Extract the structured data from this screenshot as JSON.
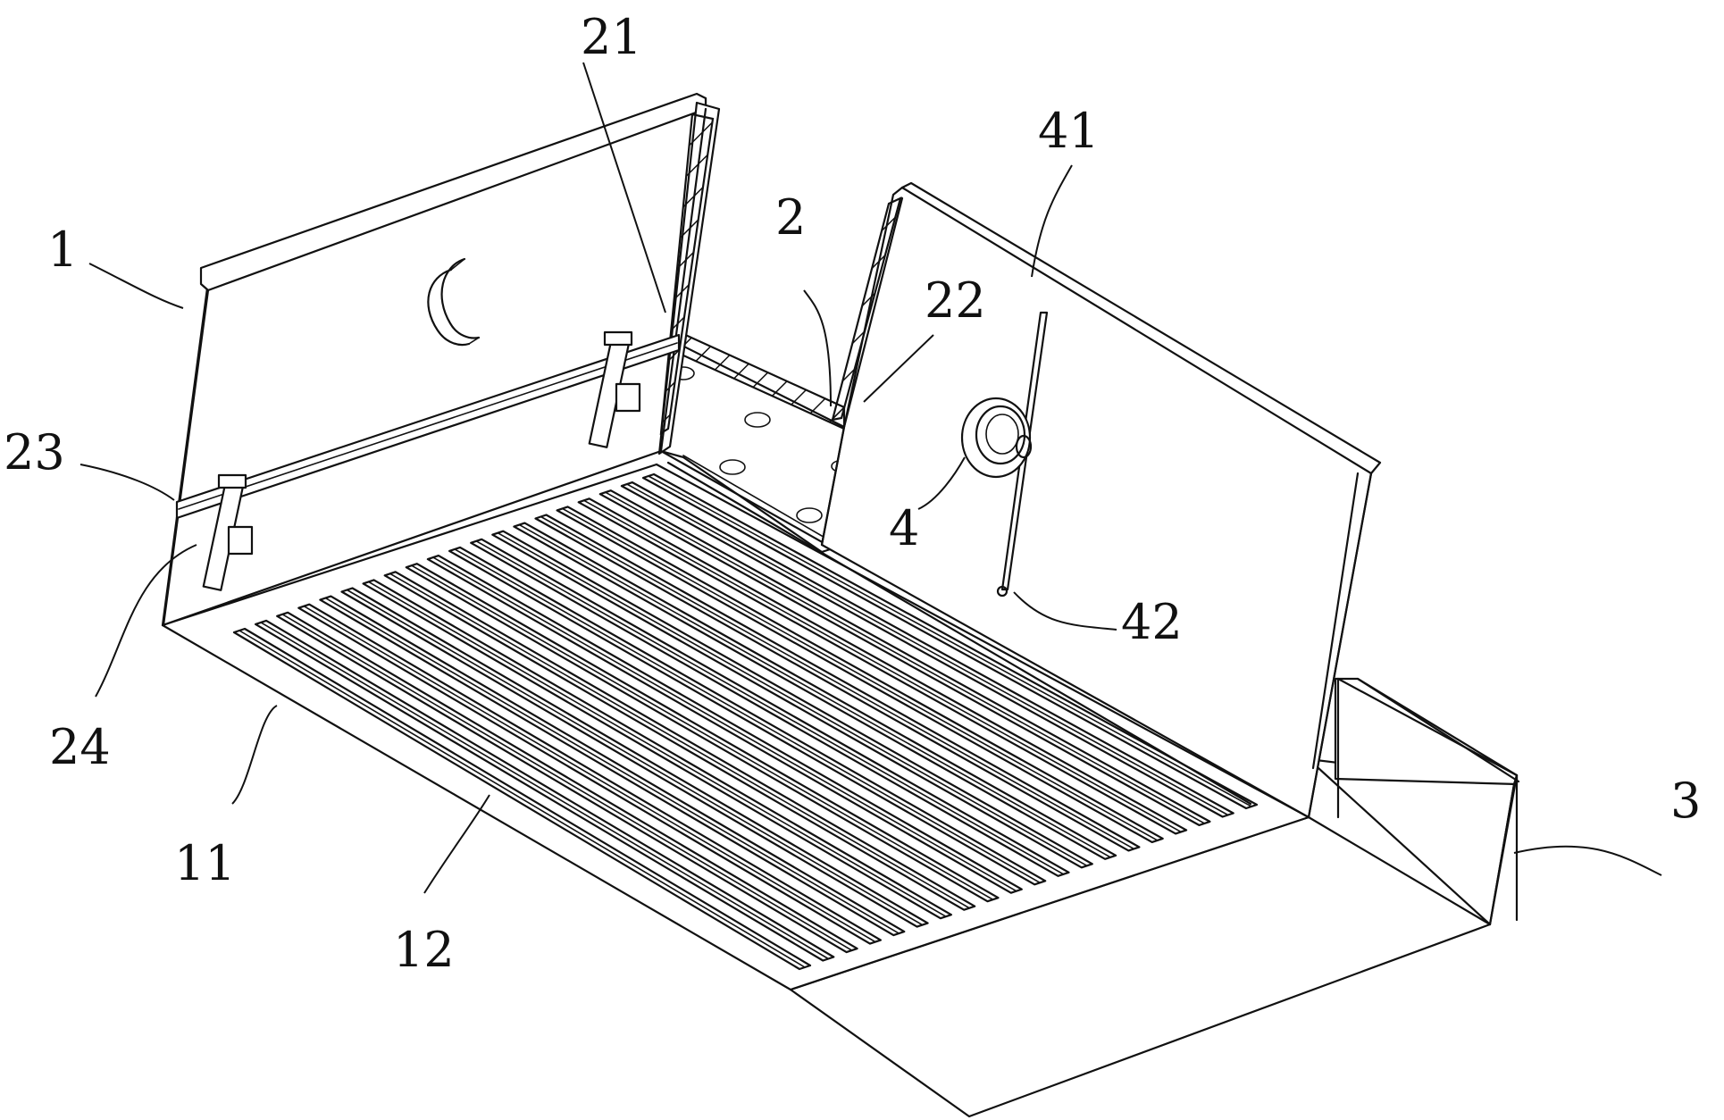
{
  "figure": {
    "labels": [
      {
        "id": "label-1",
        "text": "1"
      },
      {
        "id": "label-11",
        "text": "11"
      },
      {
        "id": "label-12",
        "text": "12"
      },
      {
        "id": "label-2",
        "text": "2"
      },
      {
        "id": "label-21",
        "text": "21"
      },
      {
        "id": "label-22",
        "text": "22"
      },
      {
        "id": "label-23",
        "text": "23"
      },
      {
        "id": "label-24",
        "text": "24"
      },
      {
        "id": "label-3",
        "text": "3"
      },
      {
        "id": "label-4",
        "text": "4"
      },
      {
        "id": "label-41",
        "text": "41"
      },
      {
        "id": "label-42",
        "text": "42"
      }
    ]
  }
}
